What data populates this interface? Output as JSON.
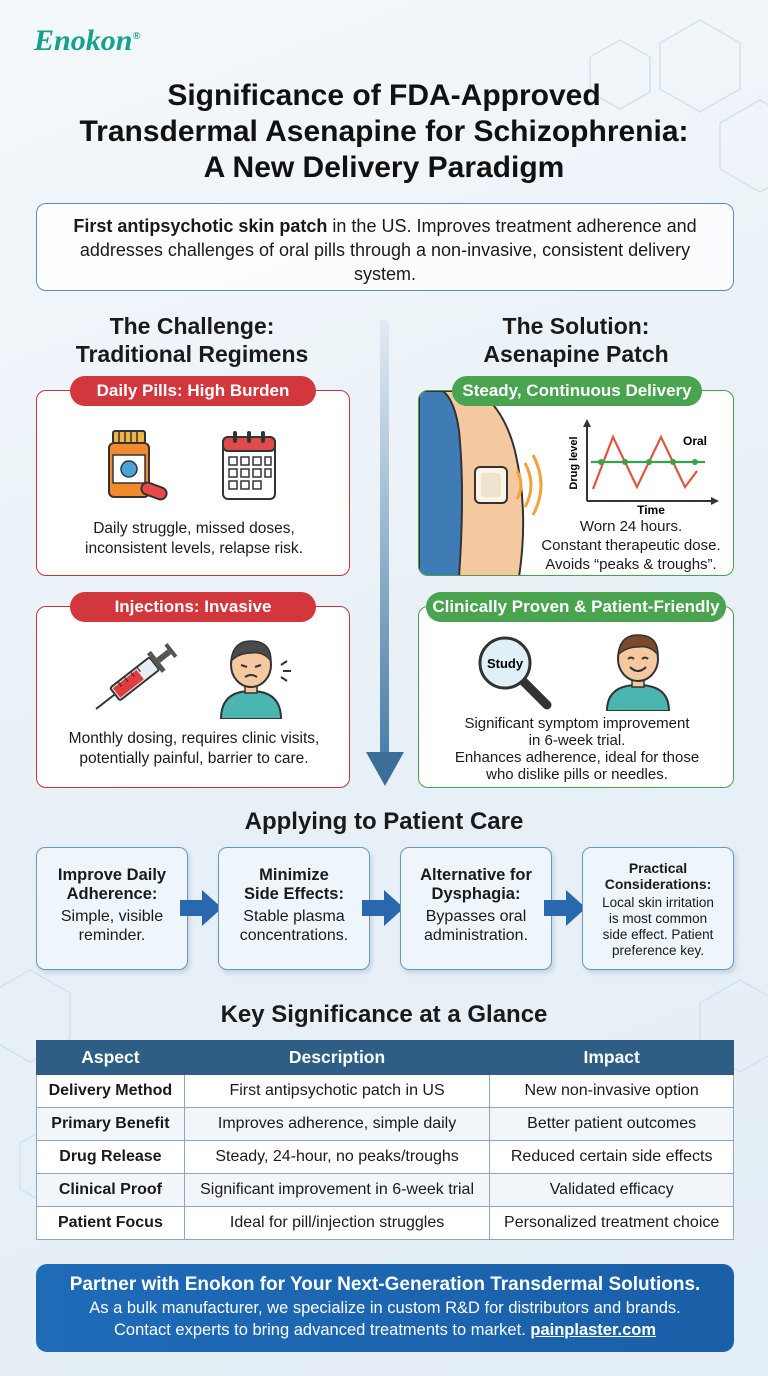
{
  "brand": {
    "name": "Enokon",
    "mark": "®"
  },
  "title": {
    "line1": "Significance of FDA-Approved",
    "line2": "Transdermal Asenapine for Schizophrenia:",
    "line3": "A New Delivery Paradigm"
  },
  "intro": {
    "bold": "First antipsychotic skin patch",
    "rest": " in the US. Improves treatment adherence and addresses challenges of oral pills through a non-invasive, consistent delivery system."
  },
  "challenge": {
    "heading_line1": "The Challenge:",
    "heading_line2": "Traditional Regimens",
    "cards": [
      {
        "tag": "Daily Pills: High Burden",
        "line1": "Daily struggle, missed doses,",
        "line2": "inconsistent levels, relapse risk.",
        "icons": [
          "pill-bottle-icon",
          "calendar-icon"
        ]
      },
      {
        "tag": "Injections: Invasive",
        "line1": "Monthly dosing, requires clinic visits,",
        "line2": "potentially painful, barrier to care.",
        "icons": [
          "syringe-icon",
          "distressed-person-icon"
        ]
      }
    ]
  },
  "solution": {
    "heading_line1": "The Solution:",
    "heading_line2": "Asenapine Patch",
    "cards": [
      {
        "tag": "Steady, Continuous Delivery",
        "line1": "Worn 24 hours.",
        "line2": "Constant therapeutic dose.",
        "line3": "Avoids “peaks & troughs”.",
        "graph": {
          "ylabel": "Drug level",
          "xlabel": "Time",
          "series_label": "Oral"
        }
      },
      {
        "tag": "Clinically Proven & Patient-Friendly",
        "line1": "Significant symptom improvement",
        "line2": "in 6-week trial.",
        "line3": "Enhances adherence, ideal for those",
        "line4": "who dislike pills or needles.",
        "magnifier_label": "Study"
      }
    ]
  },
  "care": {
    "heading": "Applying to Patient Care",
    "steps": [
      {
        "title_line1": "Improve Daily",
        "title_line2": "Adherence:",
        "desc_line1": "Simple, visible",
        "desc_line2": "reminder."
      },
      {
        "title_line1": "Minimize",
        "title_line2": "Side Effects:",
        "desc_line1": "Stable plasma",
        "desc_line2": "concentrations."
      },
      {
        "title_line1": "Alternative for",
        "title_line2": "Dysphagia:",
        "desc_line1": "Bypasses oral",
        "desc_line2": "administration."
      },
      {
        "title_line1": "Practical",
        "title_line2": "Considerations:",
        "desc_line1": "Local skin irritation",
        "desc_line2": "is most common",
        "desc_line3": "side effect. Patient",
        "desc_line4": "preference key."
      }
    ]
  },
  "table": {
    "heading": "Key Significance at a Glance",
    "columns": [
      "Aspect",
      "Description",
      "Impact"
    ],
    "rows": [
      [
        "Delivery Method",
        "First antipsychotic patch in US",
        "New non-invasive option"
      ],
      [
        "Primary Benefit",
        "Improves adherence, simple daily",
        "Better patient outcomes"
      ],
      [
        "Drug Release",
        "Steady, 24-hour, no peaks/troughs",
        "Reduced certain side effects"
      ],
      [
        "Clinical Proof",
        "Significant improvement in 6-week trial",
        "Validated efficacy"
      ],
      [
        "Patient Focus",
        "Ideal for pill/injection struggles",
        "Personalized treatment choice"
      ]
    ]
  },
  "footer": {
    "headline": "Partner with Enokon for Your Next-Generation Transdermal Solutions.",
    "line1": "As a bulk manufacturer, we specialize in custom R&D for distributors and brands.",
    "line2": "Contact experts to bring advanced treatments to market. ",
    "url": "painplaster.com"
  },
  "colors": {
    "accent_red": "#d3373e",
    "accent_green": "#49a34f",
    "navy": "#2e5d85",
    "brand_teal": "#16a08e",
    "footer_blue": "#1e6bb8"
  }
}
